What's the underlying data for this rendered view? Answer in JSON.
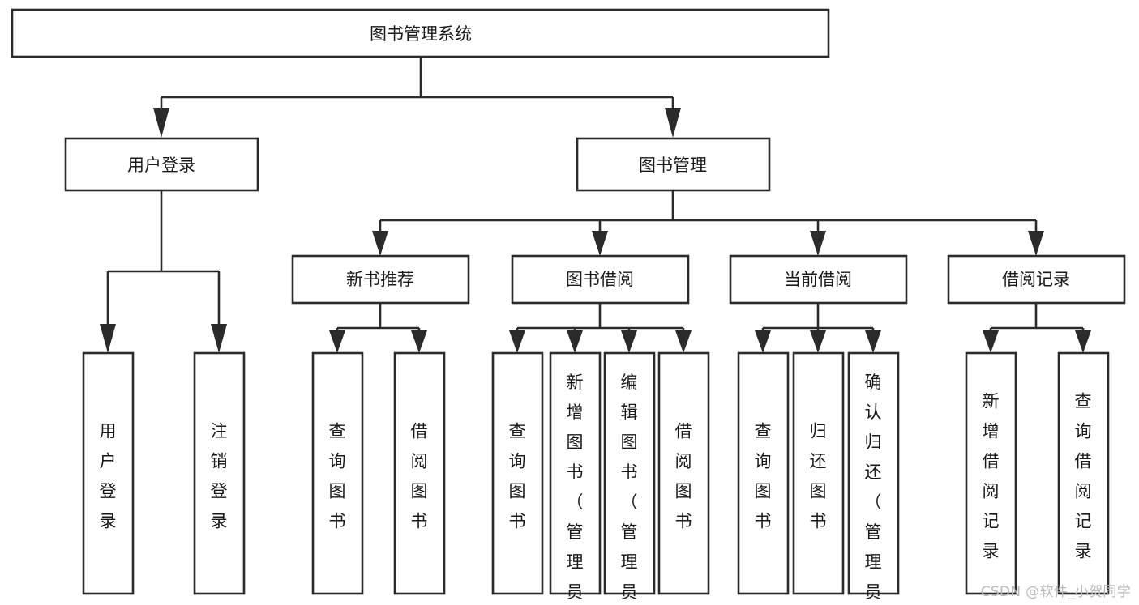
{
  "diagram": {
    "type": "tree",
    "title": "图书管理系统",
    "background_color": "#ffffff",
    "line_color": "#2b2b2b",
    "text_color": "#1a1a1a",
    "levels": 4,
    "root": {
      "id": "root",
      "label": "图书管理系统",
      "orientation": "horizontal"
    },
    "level2": [
      {
        "id": "user-login",
        "label": "用户登录",
        "orientation": "horizontal"
      },
      {
        "id": "book-manage",
        "label": "图书管理",
        "orientation": "horizontal"
      }
    ],
    "level3": [
      {
        "id": "new-book-recommend",
        "label": "新书推荐",
        "orientation": "horizontal",
        "parent": "book-manage"
      },
      {
        "id": "book-borrow",
        "label": "图书借阅",
        "orientation": "horizontal",
        "parent": "book-manage"
      },
      {
        "id": "current-borrow",
        "label": "当前借阅",
        "orientation": "horizontal",
        "parent": "book-manage"
      },
      {
        "id": "borrow-record",
        "label": "借阅记录",
        "orientation": "horizontal",
        "parent": "book-manage"
      }
    ],
    "leaves": [
      {
        "id": "leaf-user-login",
        "label": "用户登录",
        "orientation": "vertical",
        "parent": "user-login"
      },
      {
        "id": "leaf-logout",
        "label": "注销登录",
        "orientation": "vertical",
        "parent": "user-login"
      },
      {
        "id": "leaf-query-book-1",
        "label": "查询图书",
        "orientation": "vertical",
        "parent": "new-book-recommend"
      },
      {
        "id": "leaf-borrow-book-1",
        "label": "借阅图书",
        "orientation": "vertical",
        "parent": "new-book-recommend"
      },
      {
        "id": "leaf-query-book-2",
        "label": "查询图书",
        "orientation": "vertical",
        "parent": "book-borrow"
      },
      {
        "id": "leaf-add-book",
        "label": "新增图书（管理员）",
        "orientation": "vertical",
        "parent": "book-borrow"
      },
      {
        "id": "leaf-edit-book",
        "label": "编辑图书（管理员）",
        "orientation": "vertical",
        "parent": "book-borrow"
      },
      {
        "id": "leaf-borrow-book-2",
        "label": "借阅图书",
        "orientation": "vertical",
        "parent": "book-borrow"
      },
      {
        "id": "leaf-query-book-3",
        "label": "查询图书",
        "orientation": "vertical",
        "parent": "current-borrow"
      },
      {
        "id": "leaf-return-book",
        "label": "归还图书",
        "orientation": "vertical",
        "parent": "current-borrow"
      },
      {
        "id": "leaf-confirm-return",
        "label": "确认归还（管理员）",
        "orientation": "vertical",
        "parent": "current-borrow"
      },
      {
        "id": "leaf-add-record",
        "label": "新增借阅记录",
        "orientation": "vertical",
        "parent": "borrow-record"
      },
      {
        "id": "leaf-query-record",
        "label": "查询借阅记录",
        "orientation": "vertical",
        "parent": "borrow-record"
      }
    ]
  },
  "watermark": {
    "text": "CSDN @软件_小贺同学"
  }
}
